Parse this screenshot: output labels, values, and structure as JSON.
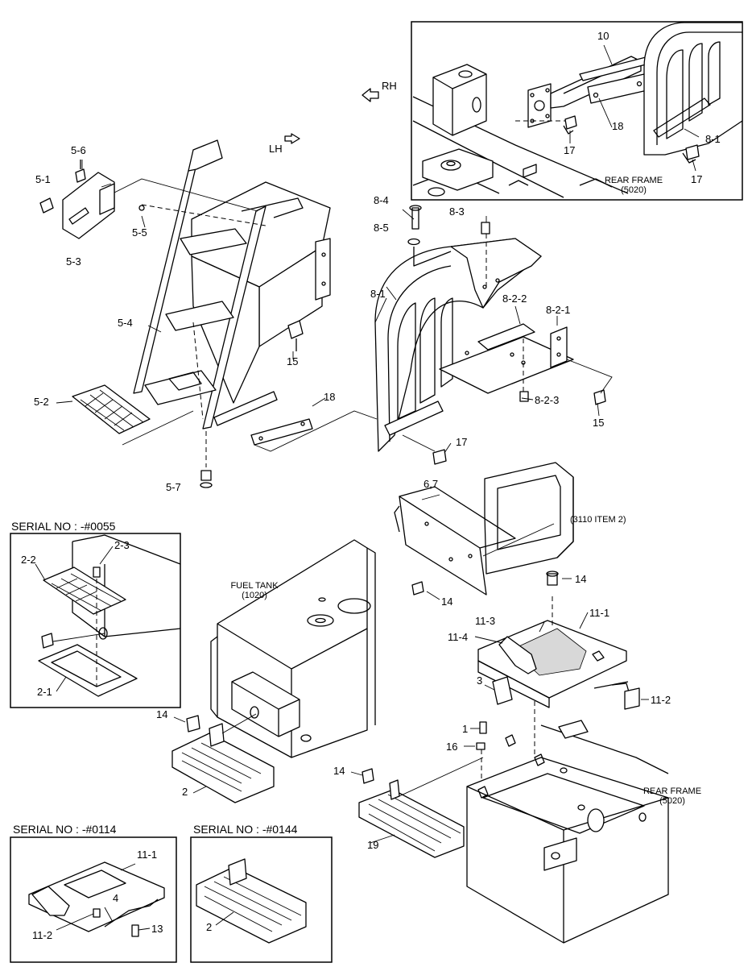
{
  "labels": {
    "p10": "10",
    "p18a": "18",
    "p17a": "17",
    "p8_1a": "8-1",
    "p17b": "17",
    "rear_frame_top": "REAR FRAME",
    "rear_frame_top_code": "(5020)",
    "rh": "RH",
    "lh": "LH",
    "p5_6": "5-6",
    "p5_1": "5-1",
    "p5_3": "5-3",
    "p5_5": "5-5",
    "p5_4": "5-4",
    "p5_2": "5-2",
    "p5_7": "5-7",
    "p15a": "15",
    "p18b": "18",
    "p8_4": "8-4",
    "p8_3": "8-3",
    "p8_5": "8-5",
    "p8_1b": "8-1",
    "p8_2_2": "8-2-2",
    "p8_2_1": "8-2-1",
    "p8_2_3": "8-2-3",
    "p15b": "15",
    "p17c": "17",
    "p6_7": "6,7",
    "item_3110": "(3110 ITEM 2)",
    "p14a": "14",
    "p14b": "14",
    "fuel_tank": "FUEL TANK",
    "fuel_tank_code": "(1020)",
    "p11_1": "11-1",
    "p11_3": "11-3",
    "p11_4": "11-4",
    "p3": "3",
    "p11_2": "11-2",
    "p1": "1",
    "p16": "16",
    "p14c": "14",
    "p2": "2",
    "p14d": "14",
    "p19": "19",
    "rear_frame_bottom": "REAR FRAME",
    "rear_frame_bottom_code": "(5020)",
    "ser0055": "SERIAL NO : -#0055",
    "p2_2": "2-2",
    "p2_3": "2-3",
    "p2_1": "2-1",
    "ser0114": "SERIAL NO : -#0114",
    "p11_1b": "11-1",
    "p4": "4",
    "p11_2b": "11-2",
    "p13": "13",
    "ser0144": "SERIAL NO : -#0144",
    "p2b": "2"
  }
}
